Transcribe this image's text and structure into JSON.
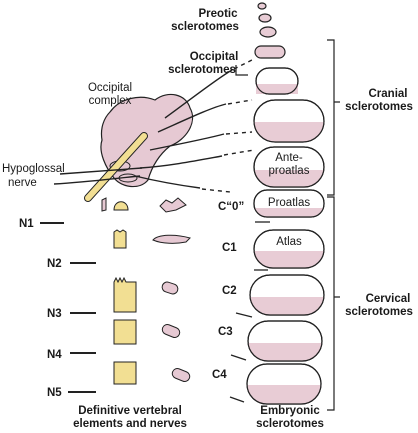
{
  "labels": {
    "preotic_1": "Preotic",
    "preotic_2": "sclerotomes",
    "occipital_1": "Occipital",
    "occipital_2": "sclerotomes",
    "occ_complex_1": "Occipital",
    "occ_complex_2": "complex",
    "hypoglossal_1": "Hypoglossal",
    "hypoglossal_2": "nerve",
    "cranial_1": "Cranial",
    "cranial_2": "sclerotomes",
    "cervical_1": "Cervical",
    "cervical_2": "sclerotomes",
    "anteproatlas_1": "Ante-",
    "anteproatlas_2": "proatlas",
    "proatlas": "Proatlas",
    "atlas": "Atlas",
    "c0": "C“0”",
    "c1": "C1",
    "c2": "C2",
    "c3": "C3",
    "c4": "C4",
    "n1": "N1",
    "n2": "N2",
    "n3": "N3",
    "n4": "N4",
    "n5": "N5",
    "definitive_1": "Definitive vertebral",
    "definitive_2": "elements and nerves",
    "embryonic_1": "Embryonic",
    "embryonic_2": "sclerotomes"
  },
  "colors": {
    "sclerotome_fill": "#e8ccd5",
    "vertebral_fill": "#f2df93",
    "outline": "#222222",
    "nerve": "#222222",
    "complex_fill": "#e6c9d3"
  }
}
